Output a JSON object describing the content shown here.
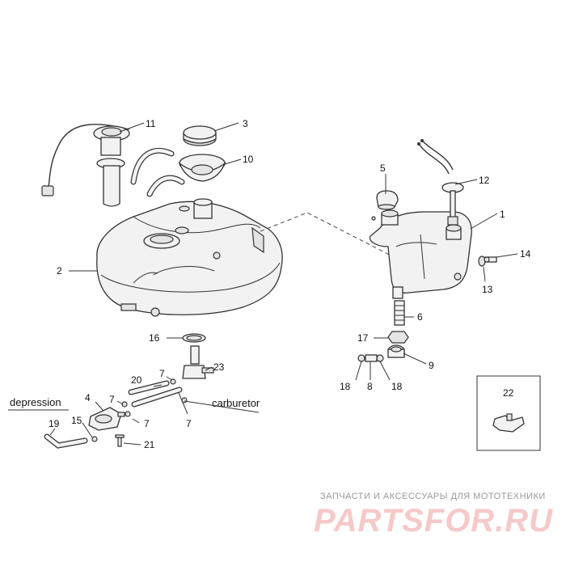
{
  "diagram": {
    "callouts": {
      "p1": "1",
      "p2": "2",
      "p3": "3",
      "p4": "4",
      "p5": "5",
      "p6": "6",
      "p7a": "7",
      "p7b": "7",
      "p7c": "7",
      "p7d": "7",
      "p8": "8",
      "p9": "9",
      "p10": "10",
      "p11": "11",
      "p12": "12",
      "p13": "13",
      "p14": "14",
      "p15": "15",
      "p16": "16",
      "p17": "17",
      "p18a": "18",
      "p18b": "18",
      "p19": "19",
      "p20": "20",
      "p21": "21",
      "p22": "22",
      "p23": "23"
    },
    "notes": {
      "depression": "depression",
      "carburetor": "carburetor"
    }
  },
  "watermark": {
    "tagline": "ЗАПЧАСТИ И АКСЕССУАРЫ ДЛЯ МОТОТЕХНИКИ",
    "brand": "PARTSFOR.RU"
  }
}
